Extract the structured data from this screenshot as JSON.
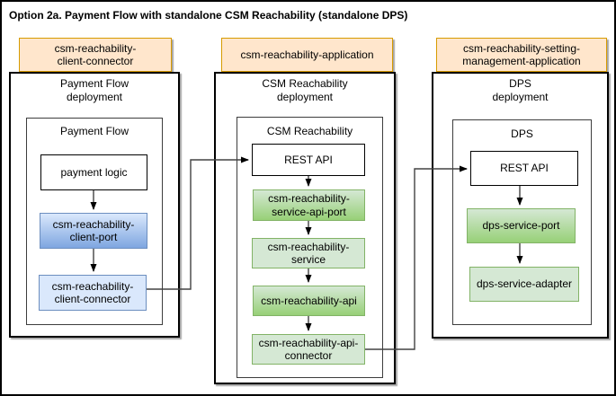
{
  "diagram": {
    "title": "Option 2a. Payment Flow with standalone CSM Reachability (standalone DPS)"
  },
  "colors": {
    "tag_fill": "#ffe6cc",
    "tag_border": "#d79b00",
    "blue_fill": "#dae8fc",
    "blue_gradient_bottom": "#7ea6e0",
    "blue_border": "#6c8ebf",
    "green_fill": "#d5e8d4",
    "green_gradient_bottom": "#97d077",
    "green_border": "#82b366",
    "container_border": "#000000",
    "connector_line": "#424242"
  },
  "columns": [
    {
      "tag": "csm-reachability-\nclient-connector",
      "deployment": "Payment Flow\ndeployment",
      "component": "Payment Flow",
      "nodes": [
        {
          "label": "payment logic",
          "style": "white"
        },
        {
          "label": "csm-reachability-\nclient-port",
          "style": "blue-gradient"
        },
        {
          "label": "csm-reachability-\nclient-connector",
          "style": "blue"
        }
      ]
    },
    {
      "tag": "csm-reachability-application",
      "deployment": "CSM Reachability\ndeployment",
      "component": "CSM Reachability",
      "nodes": [
        {
          "label": "REST API",
          "style": "white"
        },
        {
          "label": "csm-reachability-\nservice-api-port",
          "style": "green-gradient"
        },
        {
          "label": "csm-reachability-\nservice",
          "style": "green"
        },
        {
          "label": "csm-reachability-api",
          "style": "green-gradient"
        },
        {
          "label": "csm-reachability-api-\nconnector",
          "style": "green"
        }
      ]
    },
    {
      "tag": "csm-reachability-setting-\nmanagement-application",
      "deployment": "DPS\ndeployment",
      "component": "DPS",
      "nodes": [
        {
          "label": "REST API",
          "style": "white"
        },
        {
          "label": "dps-service-port",
          "style": "green-gradient"
        },
        {
          "label": "dps-service-adapter",
          "style": "green"
        }
      ]
    }
  ],
  "connections": [
    {
      "from": "csm-reachability-client-connector",
      "to": "REST API (CSM Reachability)"
    },
    {
      "from": "csm-reachability-api-connector",
      "to": "REST API (DPS)"
    }
  ]
}
